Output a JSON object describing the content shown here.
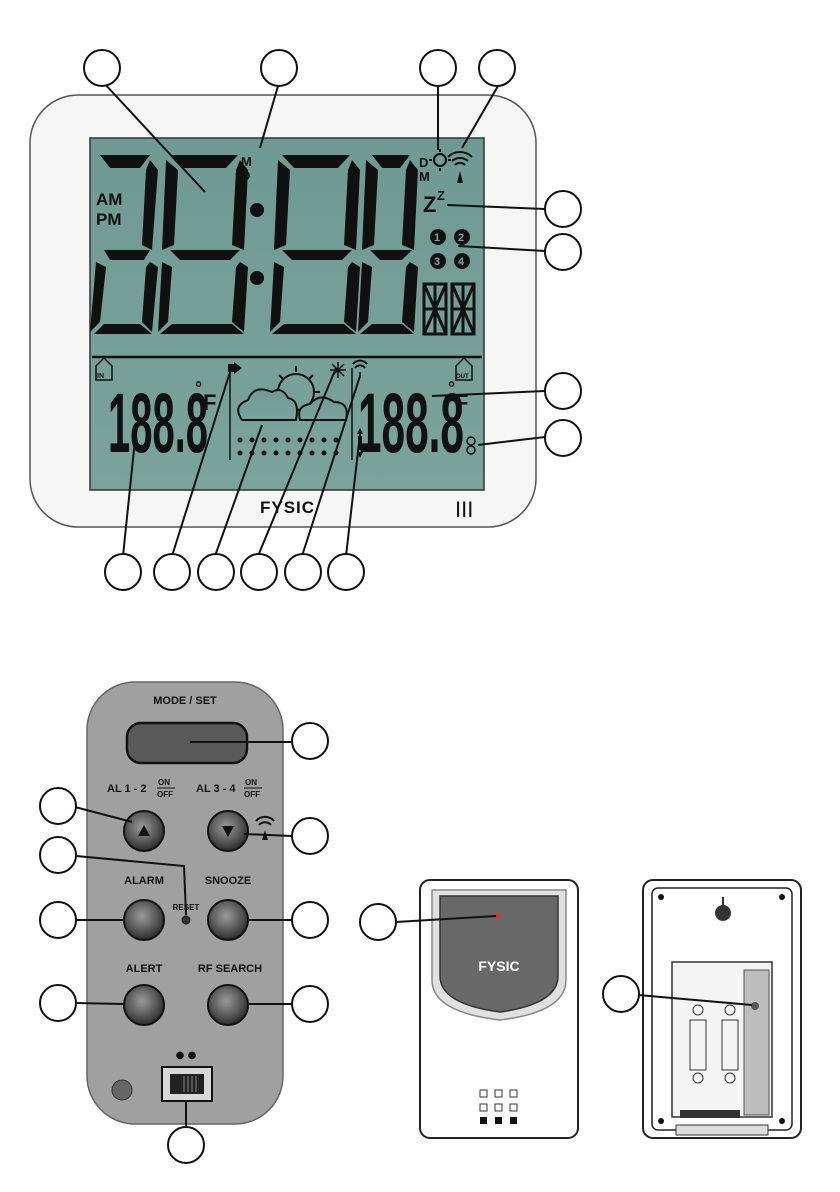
{
  "lcd": {
    "time_digits": "88:88",
    "am": "AM",
    "pm": "PM",
    "md_m": "M",
    "md_d": "D",
    "dm_d": "D",
    "dm_m": "M",
    "snooze_z_big": "Z",
    "snooze_z_small": "Z",
    "indoor_temp": "188.8",
    "outdoor_temp": "188.8",
    "degree": "°",
    "temp_unit_in": "F",
    "temp_unit_out": "F",
    "in_badge": "IN",
    "out_badge": "OUT",
    "alarms": [
      "1",
      "2",
      "3",
      "4"
    ]
  },
  "base_brand": "FYSIC",
  "base_marking": "III",
  "remote": {
    "mode_set": "MODE / SET",
    "al12": "AL 1 - 2",
    "al34": "AL 3 - 4",
    "on": "ON",
    "off": "OFF",
    "alarm": "ALARM",
    "reset": "RESET",
    "snooze": "SNOOZE",
    "alert": "ALERT",
    "rf_search": "RF SEARCH",
    "switch_dots": "● ●"
  },
  "sensor_brand": "FYSIC"
}
